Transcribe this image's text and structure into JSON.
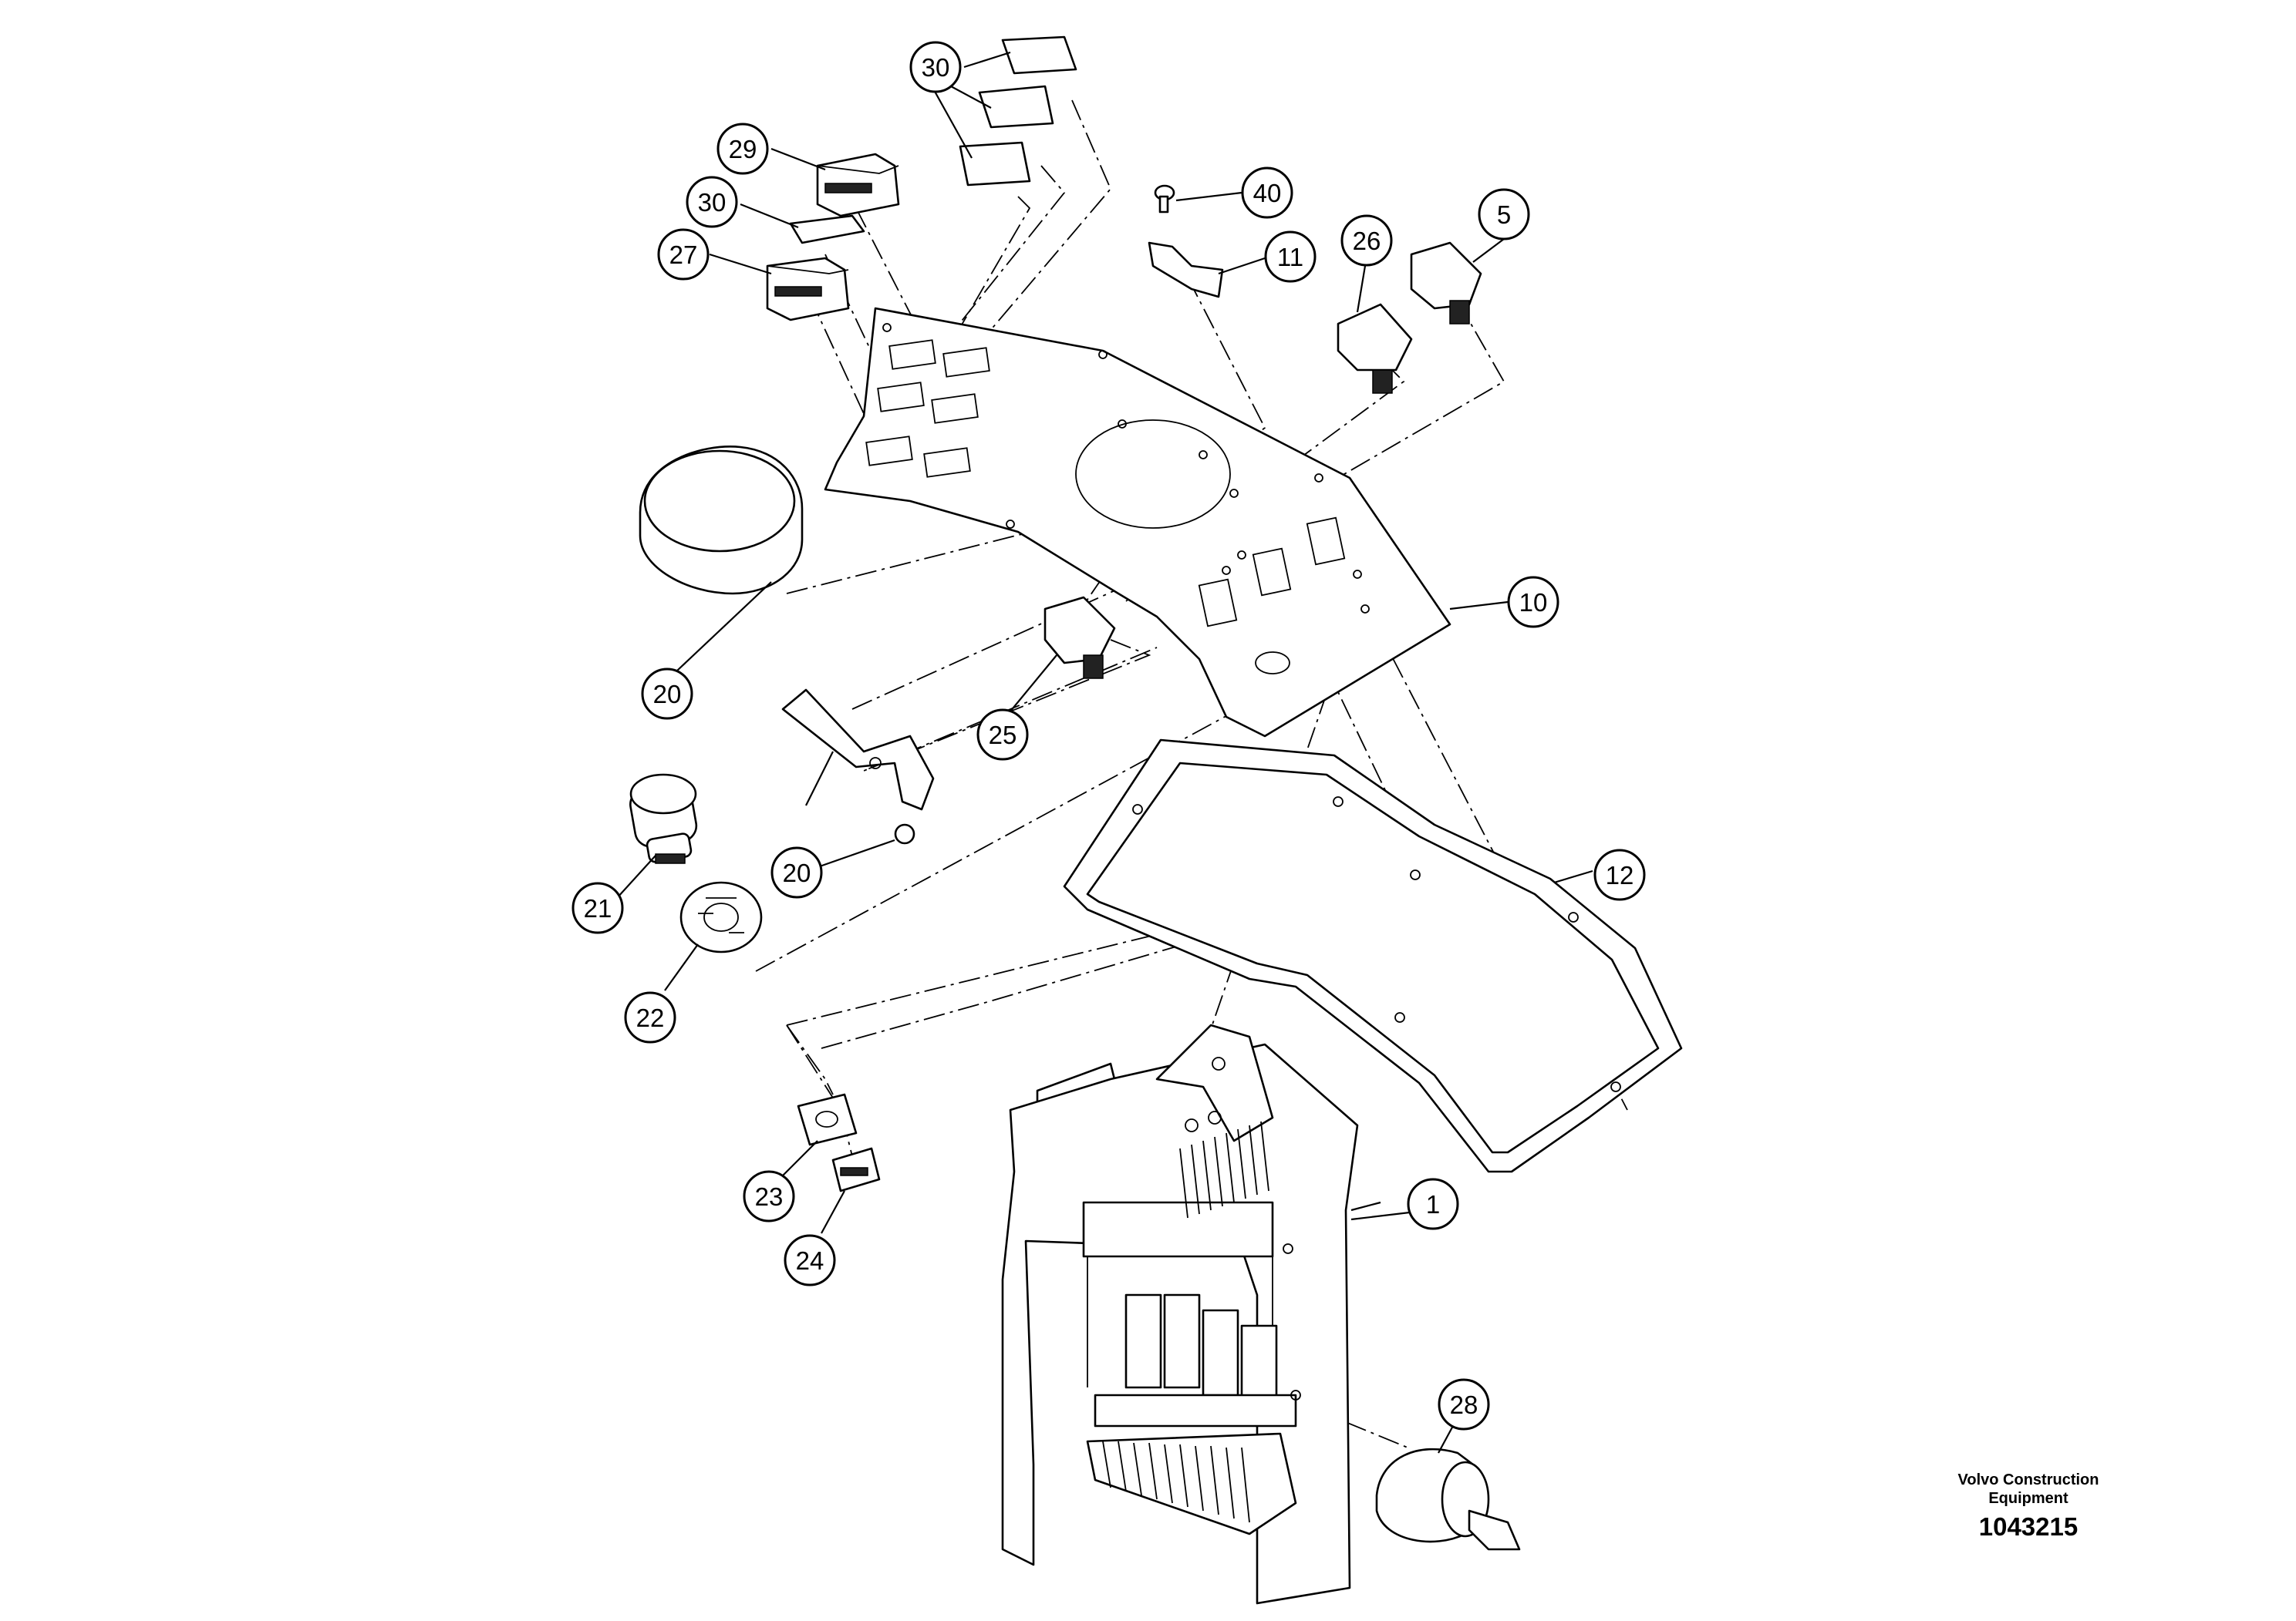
{
  "diagram": {
    "callouts": [
      {
        "id": "c30a",
        "label": "30"
      },
      {
        "id": "c29",
        "label": "29"
      },
      {
        "id": "c30b",
        "label": "30"
      },
      {
        "id": "c27",
        "label": "27"
      },
      {
        "id": "c40",
        "label": "40"
      },
      {
        "id": "c11",
        "label": "11"
      },
      {
        "id": "c26",
        "label": "26"
      },
      {
        "id": "c5",
        "label": "5"
      },
      {
        "id": "c10",
        "label": "10"
      },
      {
        "id": "c20a",
        "label": "20"
      },
      {
        "id": "c25",
        "label": "25"
      },
      {
        "id": "c20b",
        "label": "20"
      },
      {
        "id": "c21",
        "label": "21"
      },
      {
        "id": "c22",
        "label": "22"
      },
      {
        "id": "c12",
        "label": "12"
      },
      {
        "id": "c23",
        "label": "23"
      },
      {
        "id": "c24",
        "label": "24"
      },
      {
        "id": "c1",
        "label": "1"
      },
      {
        "id": "c28",
        "label": "28"
      }
    ]
  },
  "footer": {
    "brand_line1": "Volvo Construction",
    "brand_line2": "Equipment",
    "code": "1043215"
  }
}
